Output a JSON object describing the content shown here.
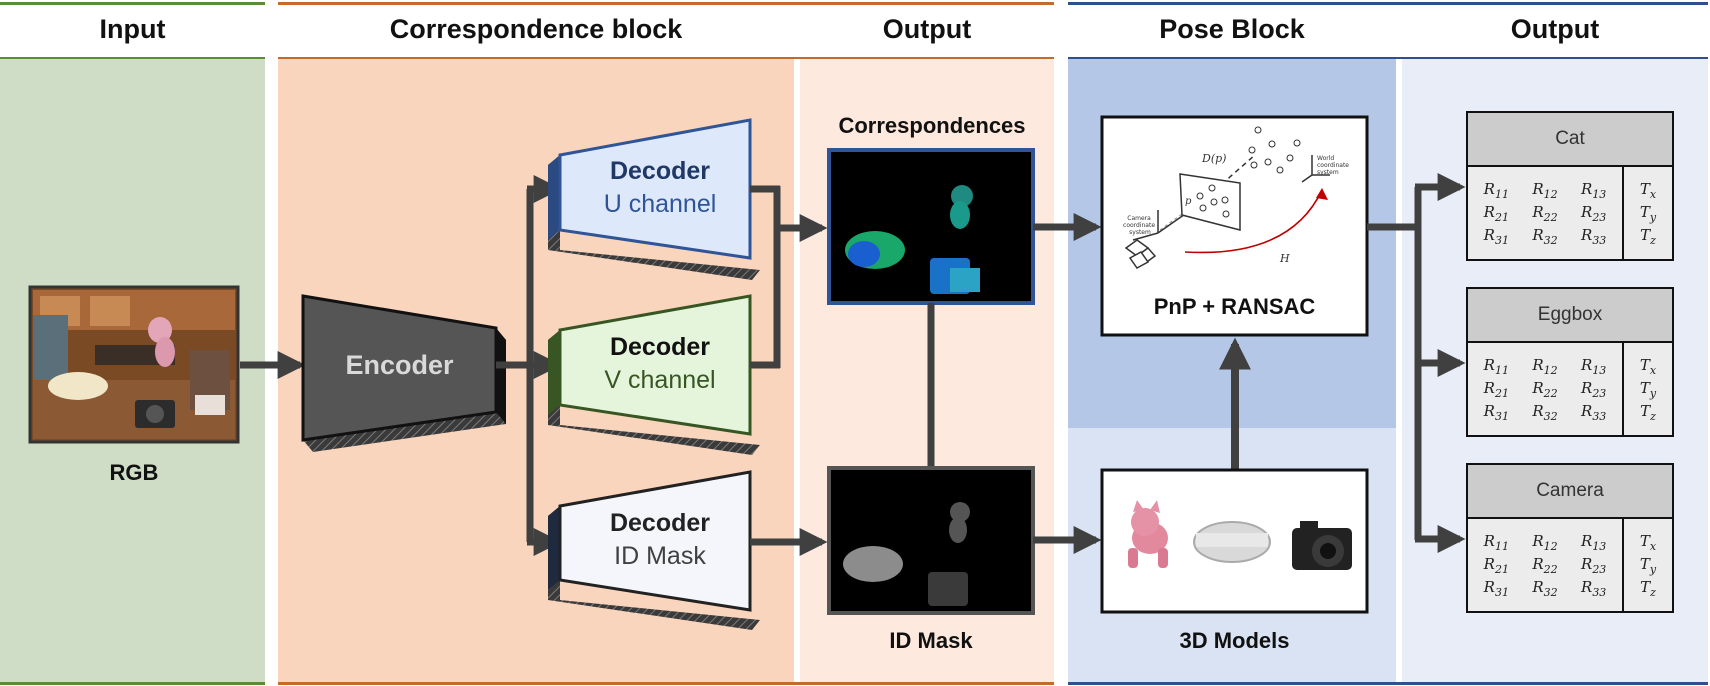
{
  "headers": {
    "input": "Input",
    "correspondence": "Correspondence block",
    "output1": "Output",
    "pose": "Pose Block",
    "output2": "Output"
  },
  "labels": {
    "rgb": "RGB",
    "encoder": "Encoder",
    "correspondences": "Correspondences",
    "id_mask": "ID Mask",
    "pnp": "PnP + RANSAC",
    "models": "3D Models"
  },
  "decoders": [
    {
      "title": "Decoder",
      "sub": "U channel"
    },
    {
      "title": "Decoder",
      "sub": "V channel"
    },
    {
      "title": "Decoder",
      "sub": "ID Mask"
    }
  ],
  "pnp_diagram": {
    "dp": "D(p)",
    "p": "p",
    "h": "H",
    "camera": [
      "Camera",
      "coordinate",
      "system"
    ],
    "world": [
      "World",
      "coordinate",
      "system"
    ]
  },
  "poses": [
    {
      "name": "Cat"
    },
    {
      "name": "Eggbox"
    },
    {
      "name": "Camera"
    }
  ],
  "matrix": {
    "rotation": [
      [
        "R",
        "11"
      ],
      [
        "R",
        "12"
      ],
      [
        "R",
        "13"
      ],
      [
        "R",
        "21"
      ],
      [
        "R",
        "22"
      ],
      [
        "R",
        "23"
      ],
      [
        "R",
        "31"
      ],
      [
        "R",
        "32"
      ],
      [
        "R",
        "33"
      ]
    ],
    "translation": [
      [
        "T",
        "x"
      ],
      [
        "T",
        "y"
      ],
      [
        "T",
        "z"
      ]
    ]
  },
  "colors": {
    "input_bg": "#cfdcc6",
    "corr_bg": "#f9d5bd",
    "output1_bg": "#fde9de",
    "pose_bg_top": "#b4c7e7",
    "pose_bg_bottom": "#dae3f3",
    "output2_bg": "#e8edf7",
    "green_rule": "#5b8c3a",
    "orange_rule": "#c56b2a",
    "blue_rule": "#2f4f8f",
    "arrow": "#404040"
  }
}
